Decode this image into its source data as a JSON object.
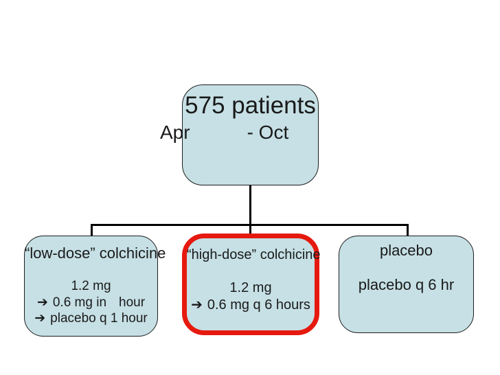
{
  "glyphs": {
    "arrow": "➔"
  },
  "colors": {
    "box_fill": "#c6e0e5",
    "box_border": "#1c1c1c",
    "highlight": "#e6190f",
    "text": "#1a1a1a"
  },
  "top_box": {
    "patients": "575 patients",
    "period_start": "Apr",
    "period_end": "- Oct"
  },
  "low_dose_box": {
    "title": "“low-dose” colchicine",
    "dose": "1.2 mg",
    "step1_pre": "0.6 mg in",
    "step1_post": "hour",
    "step2": "placebo q 1 hour"
  },
  "high_dose_box": {
    "title": "“high-dose” colchicine",
    "dose": "1.2 mg",
    "step1": "0.6 mg q 6 hours"
  },
  "placebo_box": {
    "title": "placebo",
    "regimen": "placebo q 6 hr"
  }
}
